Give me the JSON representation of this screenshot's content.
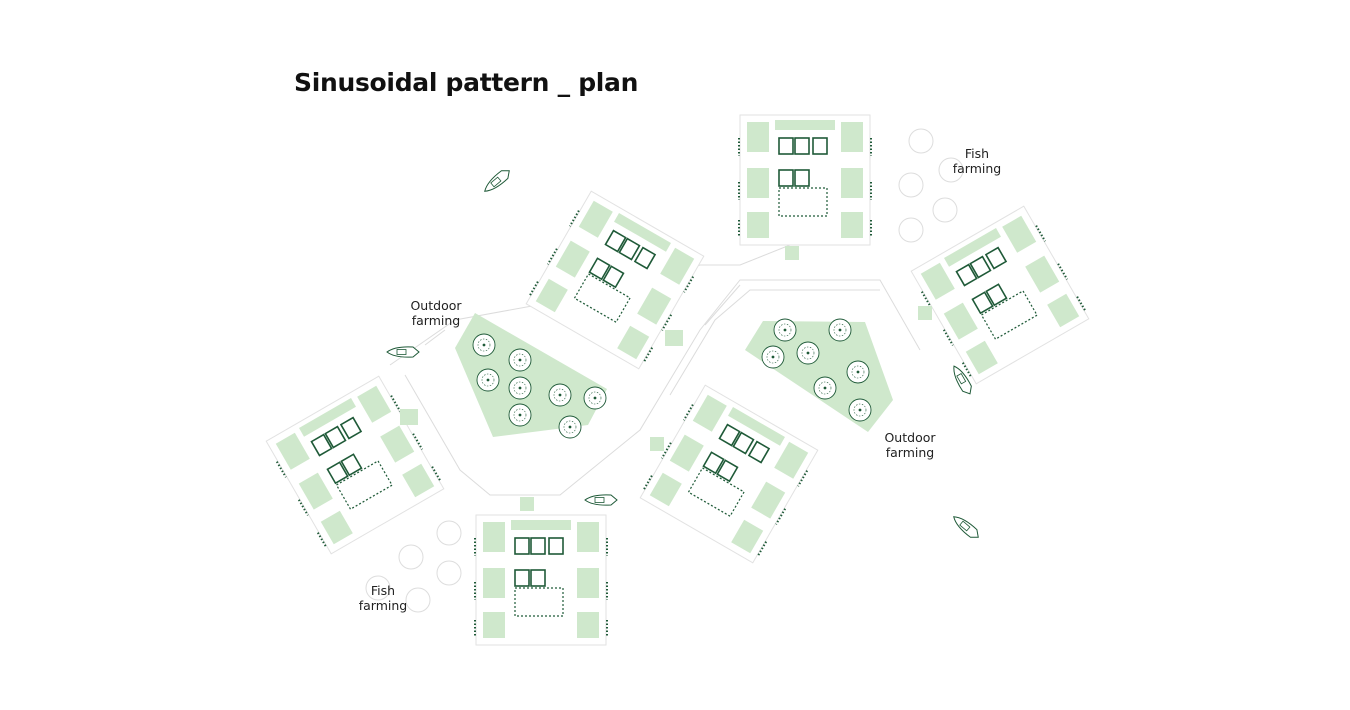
{
  "title": "Sinusoidal pattern _ plan",
  "labels": {
    "outdoor_farming_left": [
      "Outdoor",
      "farming"
    ],
    "outdoor_farming_right": [
      "Outdoor",
      "farming"
    ],
    "fish_farming_top": [
      "Fish",
      "farming"
    ],
    "fish_farming_bottom": [
      "Fish",
      "farming"
    ]
  },
  "colors": {
    "vegetation": "#cfe8cc",
    "structure": "#1f5a38",
    "path_edge": "#dcdcdc",
    "background": "#ffffff"
  },
  "icons": [
    "boat-icon",
    "tree-icon",
    "fish-pond-icon"
  ]
}
